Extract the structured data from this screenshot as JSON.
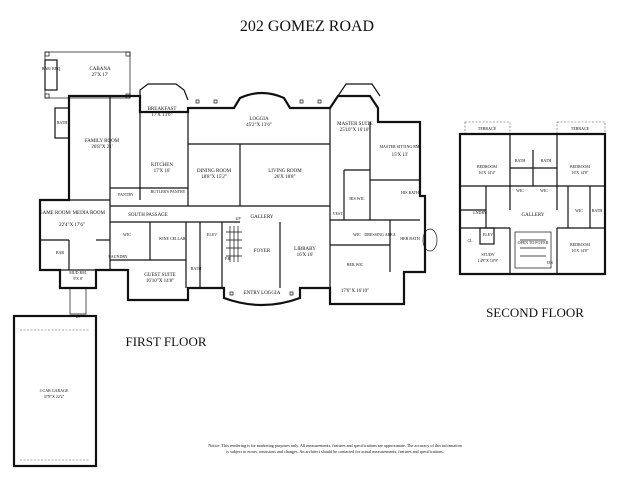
{
  "title": "202 GOMEZ ROAD",
  "first_floor": {
    "label": "FIRST FLOOR",
    "rooms": [
      {
        "key": "cabana",
        "name": "CABANA",
        "dim": "27'X 17'"
      },
      {
        "key": "barbbq",
        "name": "BAR/ BBQ",
        "dim": ""
      },
      {
        "key": "bath_a",
        "name": "BATH",
        "dim": ""
      },
      {
        "key": "family",
        "name": "FAMILY ROOM",
        "dim": "26'8\"X 21'"
      },
      {
        "key": "breakfast",
        "name": "BREAKFAST",
        "dim": "17'X 13'6\""
      },
      {
        "key": "kitchen",
        "name": "KITCHEN",
        "dim": "17'X 16'"
      },
      {
        "key": "pantry",
        "name": "PANTRY",
        "dim": ""
      },
      {
        "key": "butler",
        "name": "BUTLER'S PANTRY",
        "dim": ""
      },
      {
        "key": "loggia",
        "name": "LOGGIA",
        "dim": "45'2\"X 13'6\""
      },
      {
        "key": "dining",
        "name": "DINING ROOM",
        "dim": "18'8\"X 15'2\""
      },
      {
        "key": "living",
        "name": "LIVING ROOM",
        "dim": "26'X 18'8\""
      },
      {
        "key": "master",
        "name": "MASTER SUITE",
        "dim": "25'10\"X 16'10\""
      },
      {
        "key": "sitting",
        "name": "MASTER SITTING RM.",
        "dim": "15'X 13'"
      },
      {
        "key": "hisbath",
        "name": "HIS BATH",
        "dim": ""
      },
      {
        "key": "hiswic",
        "name": "HIS WIC",
        "dim": ""
      },
      {
        "key": "vest",
        "name": "VEST.",
        "dim": ""
      },
      {
        "key": "game",
        "name": "GAME ROOM/ MEDIA ROOM",
        "dim": "22'4\"X 17'6\""
      },
      {
        "key": "south",
        "name": "SOUTH PASSAGE",
        "dim": ""
      },
      {
        "key": "gallery1",
        "name": "GALLERY",
        "dim": ""
      },
      {
        "key": "wic1",
        "name": "WIC",
        "dim": ""
      },
      {
        "key": "laundry",
        "name": "LAUNDRY",
        "dim": ""
      },
      {
        "key": "bar",
        "name": "BAR",
        "dim": ""
      },
      {
        "key": "mud",
        "name": "MUD RM.",
        "dim": "9'X 8'"
      },
      {
        "key": "wine",
        "name": "WINE CELLAR",
        "dim": ""
      },
      {
        "key": "elev1",
        "name": "ELEV",
        "dim": ""
      },
      {
        "key": "guest",
        "name": "GUEST SUITE",
        "dim": "16'10\"X 14'8\""
      },
      {
        "key": "bath_b",
        "name": "BATH",
        "dim": ""
      },
      {
        "key": "pr",
        "name": "P.R.",
        "dim": ""
      },
      {
        "key": "foyer",
        "name": "FOYER",
        "dim": ""
      },
      {
        "key": "library",
        "name": "LIBRARY",
        "dim": "16'X 16'"
      },
      {
        "key": "herwic_top",
        "name": "WIC",
        "dim": ""
      },
      {
        "key": "dressing",
        "name": "DRESSING AREA",
        "dim": ""
      },
      {
        "key": "herbath",
        "name": "HER BATH",
        "dim": ""
      },
      {
        "key": "herwic",
        "name": "HER WIC",
        "dim": "17'6\"X 16'10\""
      },
      {
        "key": "entry",
        "name": "ENTRY LOGGIA",
        "dim": ""
      },
      {
        "key": "garage",
        "name": "3 CAR GARAGE",
        "dim": "37'8\"X 22'2\""
      }
    ],
    "up_labels": [
      "UP",
      "UP"
    ]
  },
  "second_floor": {
    "label": "SECOND FLOOR",
    "rooms": [
      {
        "key": "terrace_l",
        "name": "TERRACE",
        "dim": ""
      },
      {
        "key": "terrace_r",
        "name": "TERRACE",
        "dim": ""
      },
      {
        "key": "bed1",
        "name": "BEDROOM",
        "dim": "16'X 14'4\""
      },
      {
        "key": "bed2",
        "name": "BEDROOM",
        "dim": "16'X 14'8\""
      },
      {
        "key": "bath1",
        "name": "BATH",
        "dim": ""
      },
      {
        "key": "bath2",
        "name": "BATH",
        "dim": ""
      },
      {
        "key": "wic2a",
        "name": "WIC",
        "dim": ""
      },
      {
        "key": "wic2b",
        "name": "WIC",
        "dim": ""
      },
      {
        "key": "laundry2",
        "name": "LNDRY",
        "dim": ""
      },
      {
        "key": "gallery2",
        "name": "GALLERY",
        "dim": ""
      },
      {
        "key": "wic2c",
        "name": "WIC",
        "dim": ""
      },
      {
        "key": "bath3",
        "name": "BATH",
        "dim": ""
      },
      {
        "key": "cl",
        "name": "CL",
        "dim": ""
      },
      {
        "key": "elev2",
        "name": "ELEV",
        "dim": ""
      },
      {
        "key": "open",
        "name": "OPEN TO FOYER",
        "dim": ""
      },
      {
        "key": "study",
        "name": "STUDY",
        "dim": "14'8\"X 10'9\""
      },
      {
        "key": "dn",
        "name": "DN",
        "dim": ""
      },
      {
        "key": "bed3",
        "name": "BEDROOM",
        "dim": "16'X 14'8\""
      }
    ]
  },
  "notice_line1": "Notice: This rendering is for marketing purposes only. All measurements, features and specifications are approximate. The accuracy of this information",
  "notice_line2": "is subject to errors, omissions and changes. An architect should be contacted for actual measurements, features and specifications."
}
